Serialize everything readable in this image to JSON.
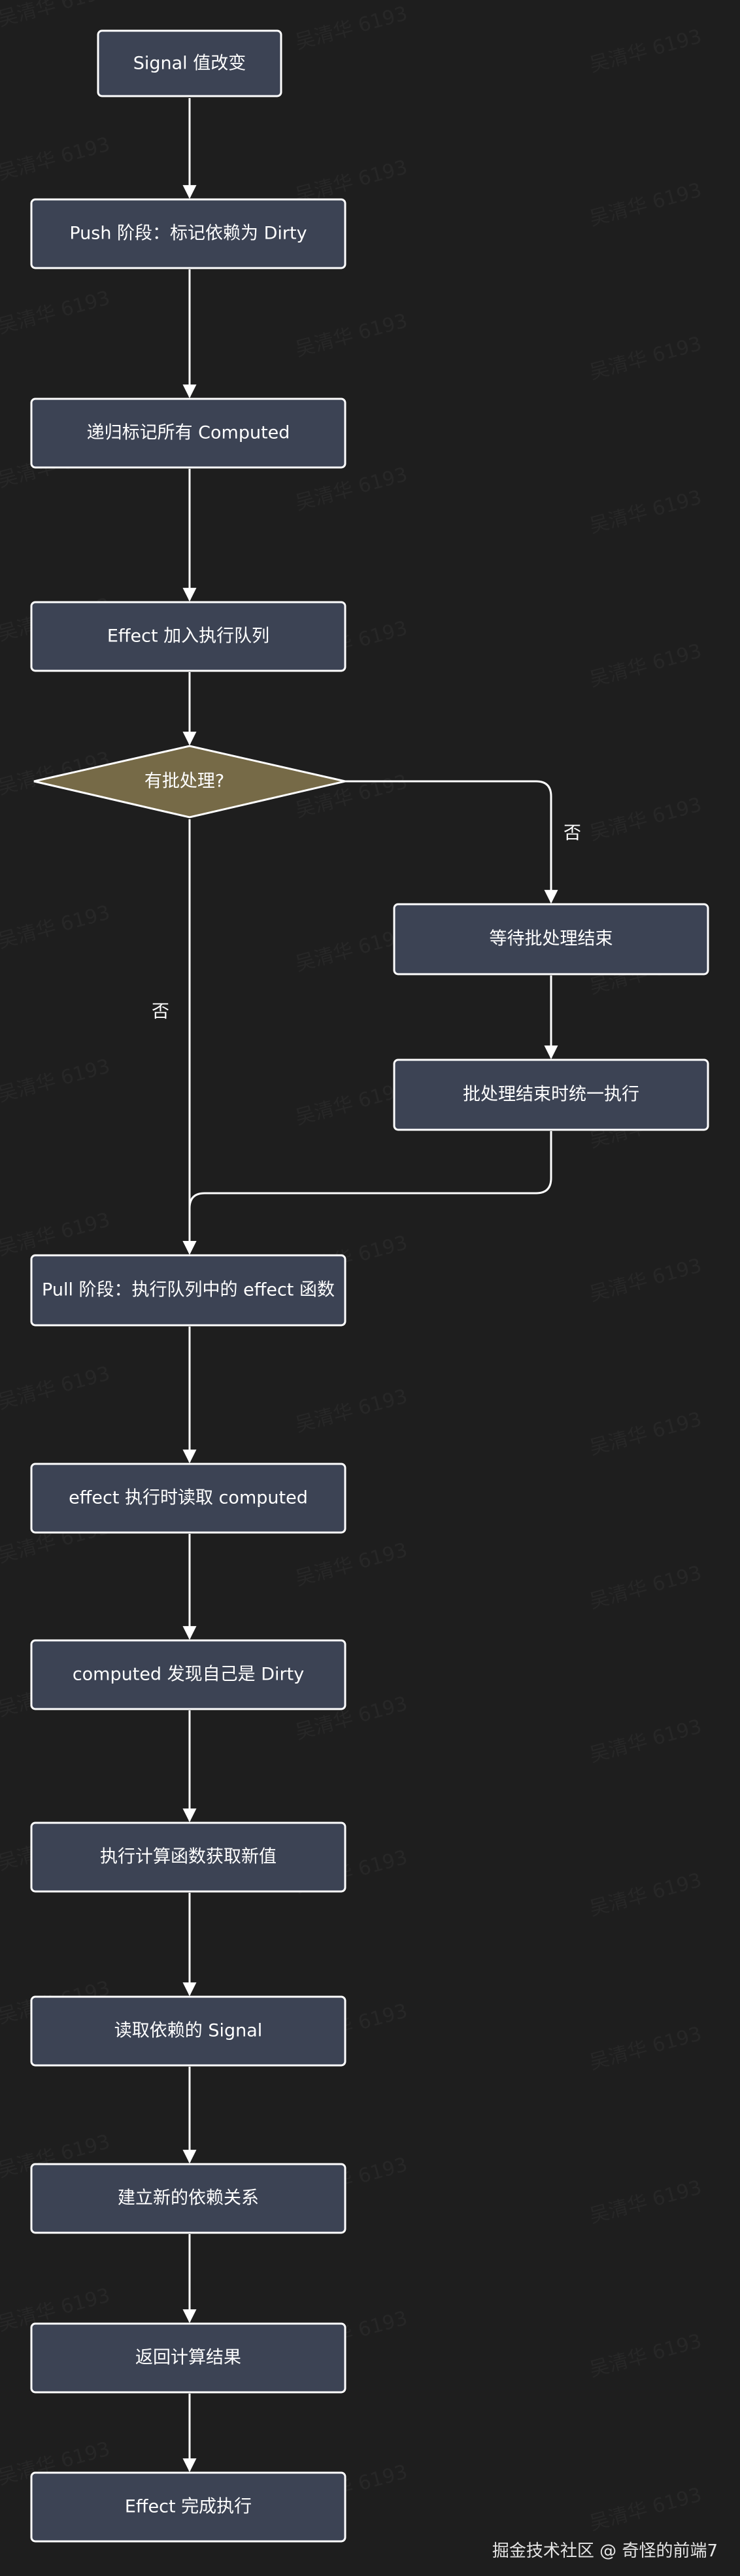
{
  "nodes": [
    {
      "id": "signal-change",
      "label": "Signal 值改变"
    },
    {
      "id": "push-phase",
      "label": "Push 阶段：标记依赖为 Dirty"
    },
    {
      "id": "mark-computed",
      "label": "递归标记所有 Computed"
    },
    {
      "id": "effect-queue",
      "label": "Effect 加入执行队列"
    },
    {
      "id": "has-batch",
      "label": "有批处理?"
    },
    {
      "id": "wait-batch",
      "label": "等待批处理结束"
    },
    {
      "id": "batch-execute",
      "label": "批处理结束时统一执行"
    },
    {
      "id": "pull-phase",
      "label": "Pull 阶段：执行队列中的 effect 函数"
    },
    {
      "id": "effect-read",
      "label": "effect 执行时读取 computed"
    },
    {
      "id": "computed-dirty",
      "label": "computed 发现自己是 Dirty"
    },
    {
      "id": "compute-new",
      "label": "执行计算函数获取新值"
    },
    {
      "id": "read-signal",
      "label": "读取依赖的 Signal"
    },
    {
      "id": "build-deps",
      "label": "建立新的依赖关系"
    },
    {
      "id": "return-result",
      "label": "返回计算结果"
    },
    {
      "id": "effect-done",
      "label": "Effect 完成执行"
    }
  ],
  "edges": {
    "batch_branch_label": "否",
    "nobatch_branch_label": "否"
  },
  "watermark": "吴清华 6193",
  "footer": "掘金技术社区 @ 奇怪的前端7"
}
